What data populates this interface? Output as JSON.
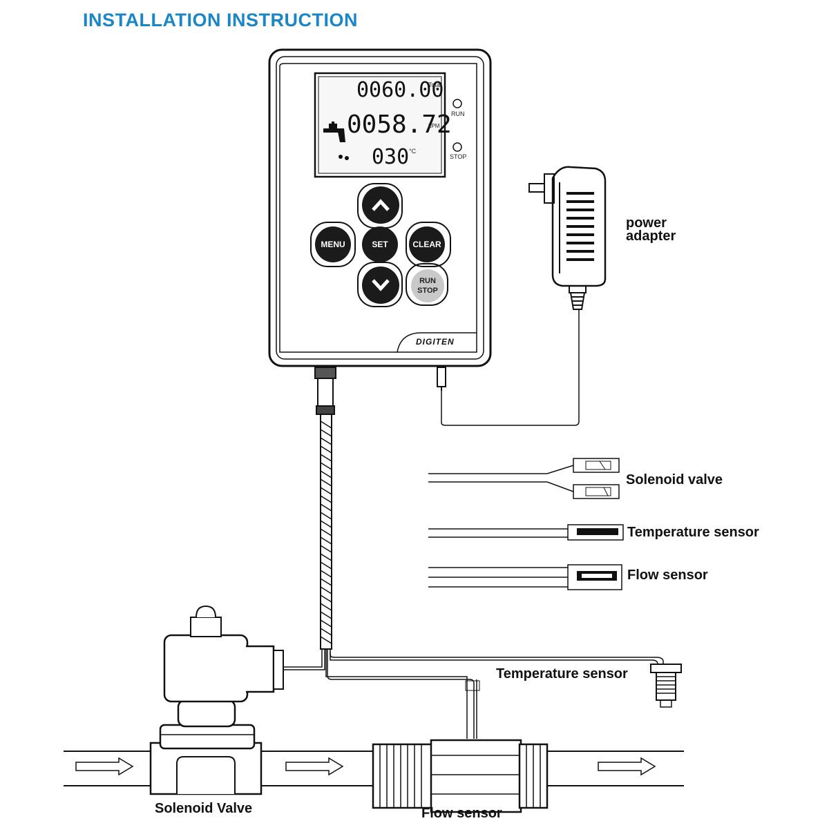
{
  "title": "INSTALLATION  INSTRUCTION",
  "device": {
    "brand": "DIGITEN",
    "display": {
      "total_value": "0060.00",
      "total_unit": "Total",
      "flow_value": "0058.72",
      "flow_unit": "LPM",
      "temp_value": "030",
      "temp_unit": "°C"
    },
    "indicators": {
      "run": "RUN",
      "stop": "STOP"
    },
    "buttons": {
      "menu": "MENU",
      "set": "SET",
      "clear": "CLEAR",
      "run": "RUN",
      "stop": "STOP"
    }
  },
  "labels": {
    "power_adapter_line1": "power",
    "power_adapter_line2": "adapter",
    "connector_solenoid": "Solenoid valve",
    "connector_temperature": "Temperature sensor",
    "connector_flow": "Flow sensor",
    "temperature_sensor": "Temperature  sensor",
    "solenoid_valve": "Solenoid Valve",
    "flow_sensor": "Flow  sensor"
  }
}
